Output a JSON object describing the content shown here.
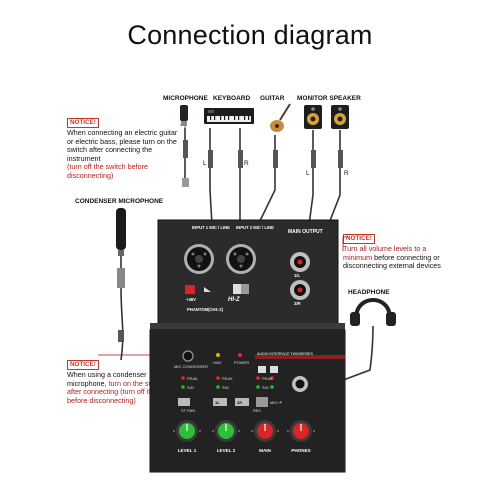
{
  "title": "Connection diagram",
  "devices": {
    "microphone": "MICROPHONE",
    "keyboard": "KEYBOARD",
    "guitar": "GUITAR",
    "monitor_speaker": "MONITOR SPEAKER",
    "condenser_microphone": "CONDENSER MICROPHONE",
    "headphone": "HEADPHONE"
  },
  "notices": {
    "tag": "NOTICE!",
    "guitar_black": "When connecting an electric guitar or electric bass, please turn on the switch after connecting the instrument",
    "guitar_red": "(turn off the switch before disconnecting)",
    "volume_red": "Turn all volume levels to a minimum",
    "volume_black": "before connecting or disconnecting external devices",
    "condenser_black": "When using a condenser microphone,",
    "condenser_red1": "turn on the switch after connecting",
    "condenser_red2": "(turn off the switch before disconnecting)"
  },
  "cable_channels": {
    "left": "L",
    "right": "R"
  },
  "panel": {
    "input1": "INPUT 1 MIC / LINE",
    "input2": "INPUT 2 MIC / LINE",
    "main_output": "MAIN OUTPUT",
    "out_l": "1/L",
    "out_r": "2/R",
    "phantom_48v": "+48V",
    "phantom_label": "PHANTOM(CH1-2)",
    "hiz": "HI-Z",
    "mic_condenser": "MIC CONDENSER",
    "led_48v": "+48V",
    "led_power": "POWER",
    "brand_strip": "AUDIO INTERFACE TWINSERIES",
    "peak": "PEAK",
    "sig": "SIG",
    "st_pan": "ST PAN",
    "rec": "REC",
    "mic_hp": "MIC+P",
    "sw_1l": "1L",
    "sw_2r": "2R",
    "level1": "LEVEL 1",
    "level2": "LEVEL 2",
    "main": "MAIN",
    "phones": "PHONES"
  },
  "colors": {
    "accent_red": "#b11d1d",
    "panel_body": "#2b2b2b",
    "knob_green": "#2dbf3a",
    "knob_red": "#d7262b"
  }
}
